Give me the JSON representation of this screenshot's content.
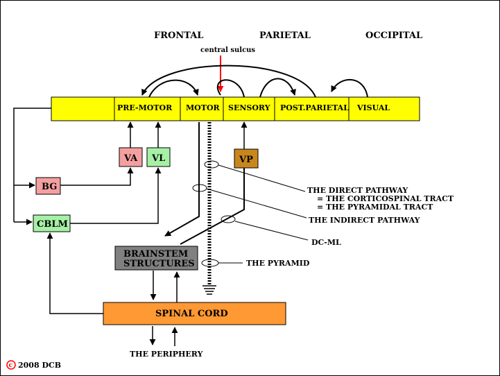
{
  "regions": {
    "frontal": "FRONTAL",
    "parietal": "PARIETAL",
    "occipital": "OCCIPITAL"
  },
  "central_sulcus": "central sulcus",
  "cortex": {
    "premotor": "PRE-MOTOR",
    "motor": "MOTOR",
    "sensory": "SENSORY",
    "post_parietal": "POST.PARIETAL",
    "visual": "VISUAL"
  },
  "boxes": {
    "va": "VA",
    "vl": "VL",
    "vp": "VP",
    "bg": "BG",
    "cblm": "CBLM",
    "brainstem_line1": "BRAINSTEM",
    "brainstem_line2": "STRUCTURES",
    "spinal_cord": "SPINAL CORD"
  },
  "labels": {
    "direct_pathway": "THE DIRECT PATHWAY",
    "corticospinal": "= THE CORTICOSPINAL TRACT",
    "pyramidal": "= THE PYRAMIDAL TRACT",
    "indirect_pathway": "THE INDIRECT PATHWAY",
    "dcml": "DC-ML",
    "pyramid": "THE PYRAMID",
    "periphery": "THE PERIPHERY"
  },
  "copyright": {
    "symbol": "c",
    "text": "2008  DCB"
  },
  "colors": {
    "cortex": "#ffff00",
    "va": "#f4a0a0",
    "vl": "#a6f0a6",
    "vp": "#c8871e",
    "bg": "#f4a0a0",
    "cblm": "#a6f0a6",
    "brainstem": "#808080",
    "spinal_cord": "#ff9933",
    "central_sulcus_arrow": "#ff0000",
    "copyright": "#ff0000"
  }
}
